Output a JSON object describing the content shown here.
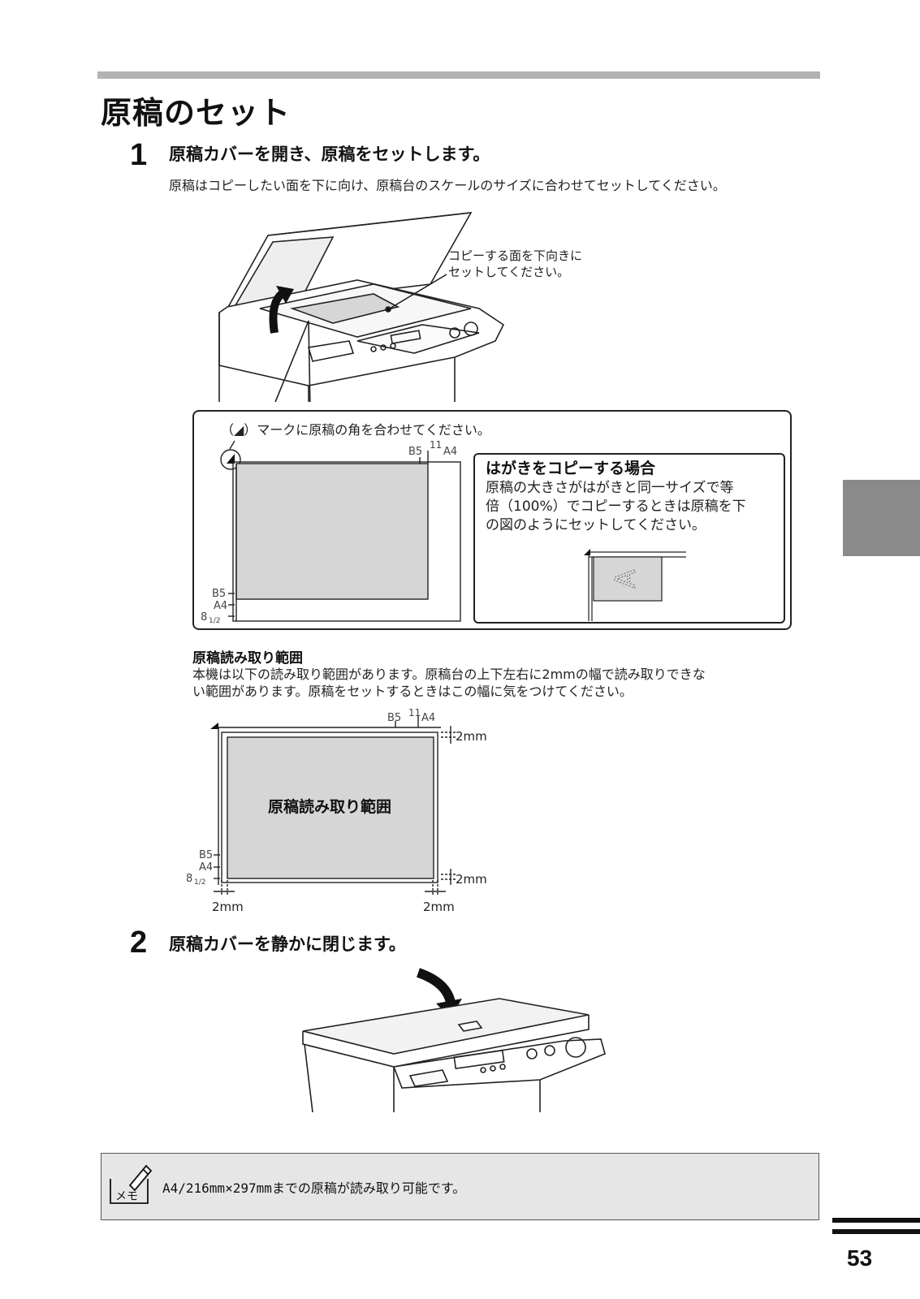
{
  "page": {
    "title": "原稿のセット",
    "page_number": "53"
  },
  "step1": {
    "number": "1",
    "heading": "原稿カバーを開き、原稿をセットします。",
    "description": "原稿はコピーしたい面を下に向け、原稿台のスケールのサイズに合わせてセットしてください。",
    "callout_line1": "コピーする面を下向きに",
    "callout_line2": "セットしてください。"
  },
  "detail_box": {
    "mark_note": "（◢）マークに原稿の角を合わせてください。",
    "scale_top": {
      "b5": "B5",
      "eleven": "11",
      "a4": "A4"
    },
    "scale_left": {
      "b5": "B5",
      "a4": "A4",
      "eight_half": "8",
      "half": "1/2"
    },
    "postcard_title": "はがきをコピーする場合",
    "postcard_line1": "原稿の大きさがはがきと同一サイズで等",
    "postcard_line2": "倍（100%）でコピーするときは原稿を下",
    "postcard_line3": "の図のようにセットしてください。",
    "postcard_letter": "A"
  },
  "read_area": {
    "heading": "原稿読み取り範囲",
    "line1": "本機は以下の読み取り範囲があります。原稿台の上下左右に2mmの幅で読み取りできな",
    "line2": "い範囲があります。原稿をセットするときはこの幅に気をつけてください。",
    "diagram_label": "原稿読み取り範囲",
    "scale_top": {
      "b5": "B5",
      "eleven": "11",
      "a4": "A4"
    },
    "scale_left": {
      "b5": "B5",
      "a4": "A4",
      "eight_half": "8",
      "half": "1/2"
    },
    "margin_label": "2mm"
  },
  "step2": {
    "number": "2",
    "heading": "原稿カバーを静かに閉じます。"
  },
  "memo": {
    "icon_label": "メモ",
    "text": "A4/216mm×297mmまでの原稿が読み取り可能です。"
  },
  "colors": {
    "accent_gray": "#8a8a8a",
    "shade": "#d6d6d6",
    "memo_bg": "#e6e6e6"
  }
}
